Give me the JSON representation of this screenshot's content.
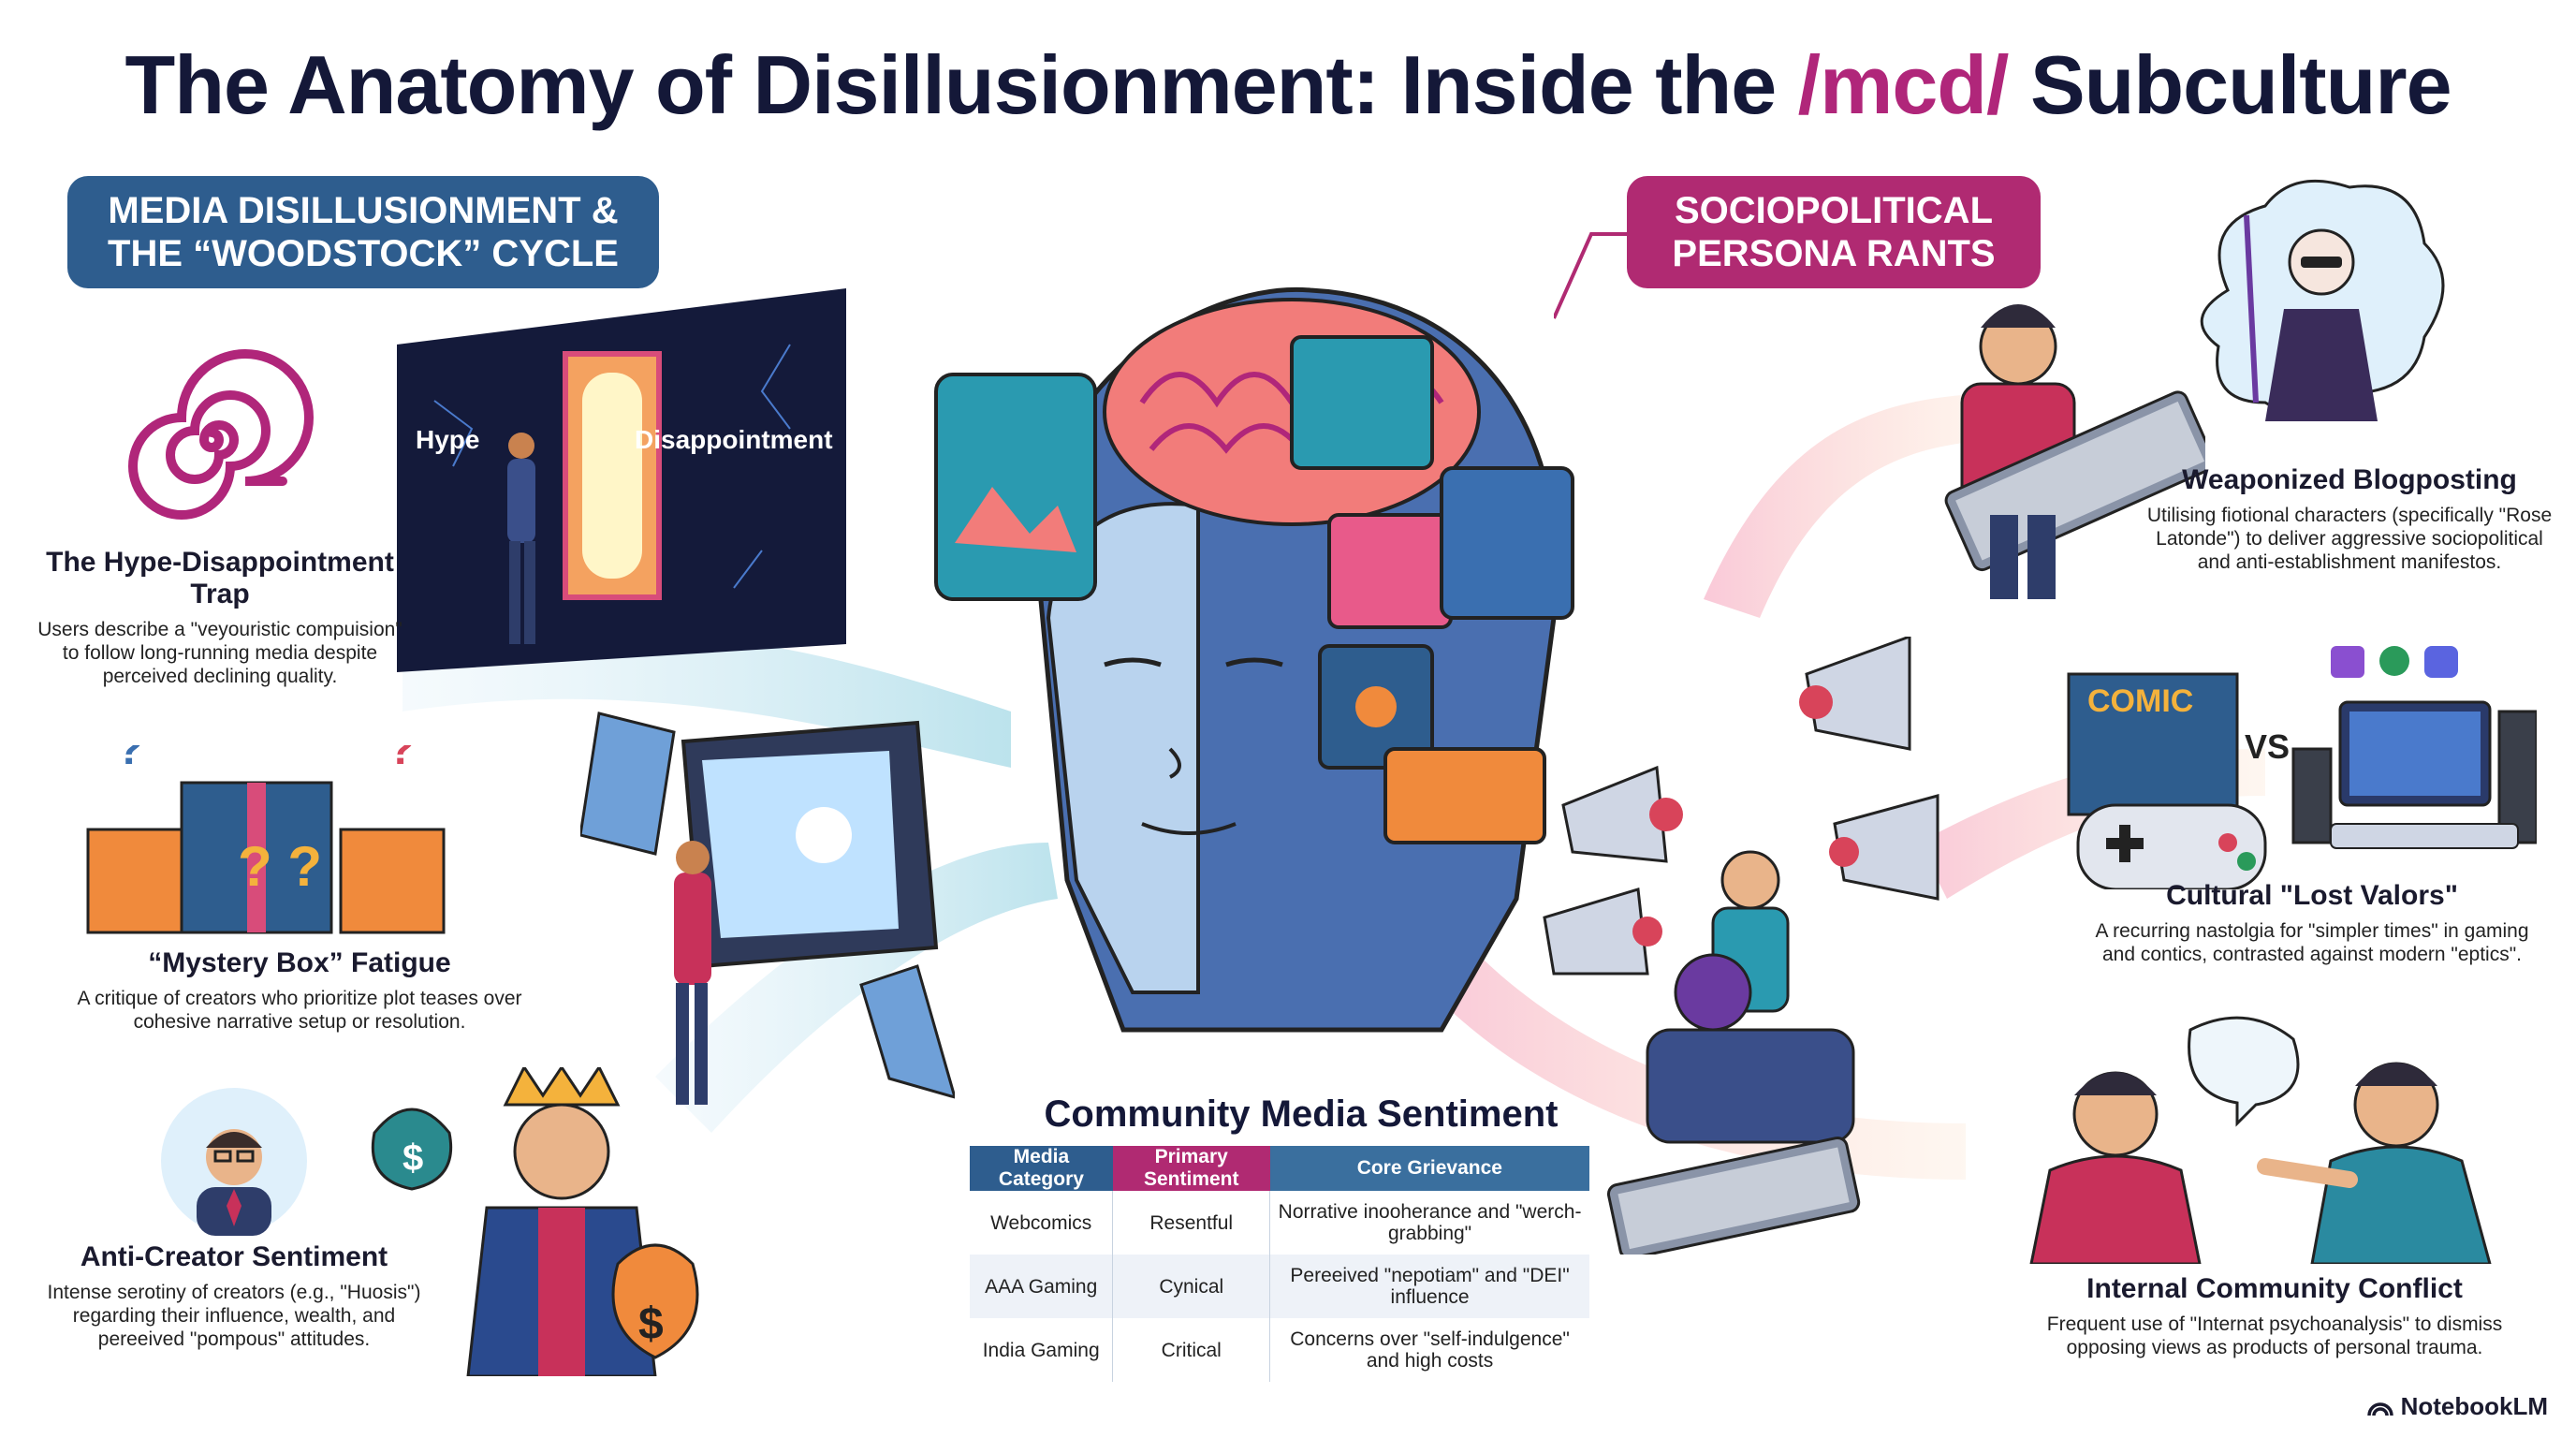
{
  "title": {
    "prefix": "The Anatomy of Disillusionment: Inside the",
    "accent": "/mcd/",
    "suffix": "Subculture"
  },
  "left_section": {
    "label_line1": "MEDIA DISILLUSIONMENT &",
    "label_line2": "THE “WOODSTOCK” CYCLE",
    "items": [
      {
        "heading": "The Hype-Disappointment Trap",
        "description": "Users describe a \"veyouristic compuision\" to follow long-running media despite perceived declining quality."
      },
      {
        "heading": "“Mystery Box” Fatigue",
        "description": "A critique of creators who prioritize plot teases over cohesive narrative setup or resolution."
      },
      {
        "heading": "Anti-Creator Sentiment",
        "description": "Intense serotiny of creators (e.g., \"Huosis\") regarding their influence, wealth, and pereeived \"pompous\" attitudes."
      }
    ],
    "doorway": {
      "left_label": "Hype",
      "right_label": "Disappointment"
    }
  },
  "right_section": {
    "label_line1": "SOCIOPOLITICAL",
    "label_line2": "PERSONA RANTS",
    "items": [
      {
        "heading": "Weaponized Blogposting",
        "description": "Utilising fiotional characters (specifically \"Rose Latonde\") to deliver aggressive sociopolitical and anti-establishment manifestos."
      },
      {
        "heading": "Cultural \"Lost Valors\"",
        "description": "A recurring nastolgia for \"simpler times\" in gaming and contics, contrasted against modern \"eptics\"."
      },
      {
        "heading": "Internal Community Conflict",
        "description": "Frequent use of \"Internat psychoanalysis\" to dismiss opposing views as products of personal trauma."
      }
    ],
    "versus_label": "VS",
    "comic_label": "COMIC"
  },
  "table": {
    "title": "Community Media Sentiment",
    "headers": [
      "Media Category",
      "Primary Sentiment",
      "Core Grievance"
    ],
    "rows": [
      [
        "Webcomics",
        "Resentful",
        "Norrative inooherance and \"werch-grabbing\""
      ],
      [
        "AAA Gaming",
        "Cynical",
        "Pereeived \"nepotiam\" and \"DEI\" influence"
      ],
      [
        "India Gaming",
        "Critical",
        "Concerns over \"self-indulgence\" and high costs"
      ]
    ]
  },
  "brand": {
    "name": "NotebookLM"
  },
  "colors": {
    "navy": "#141838",
    "accent_pink": "#b0267a",
    "label_blue": "#2e5d8e",
    "label_pink": "#b02a72"
  }
}
